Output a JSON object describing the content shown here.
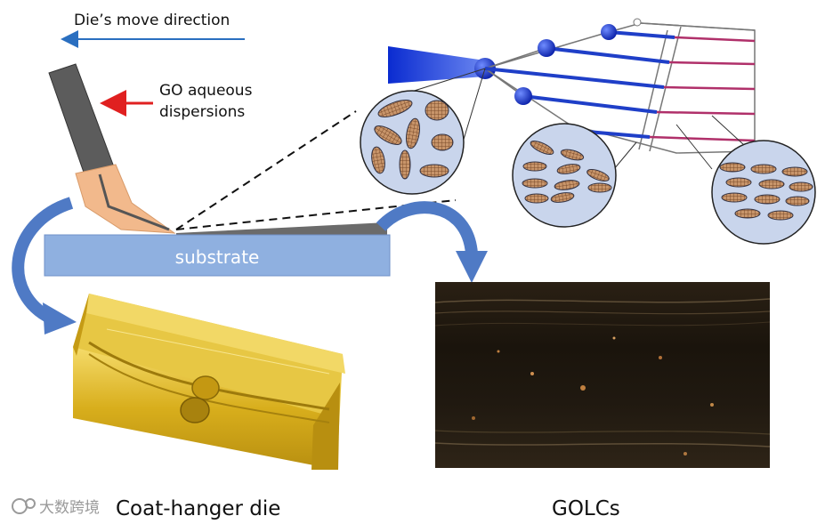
{
  "labels": {
    "direction": "Die’s move direction",
    "dispersion_line1": "GO aqueous",
    "dispersion_line2": "dispersions",
    "substrate": "substrate",
    "die_caption": "Coat-hanger die",
    "film_caption": "GOLCs",
    "watermark": "大数跨境"
  },
  "colors": {
    "blue_arrow": "#2a6fc0",
    "red_arrow": "#e02020",
    "substrate": "#8fb0e0",
    "die_body": "#5c5c5c",
    "die_tip": "#f2b98c",
    "curve_arrow": "#4f7ac5",
    "nematic_blue": "#1f3fc8",
    "nematic_red": "#b0306a",
    "disc_fill": "#c9d5ec",
    "platelet": "#b98a55",
    "coat_hanger_die": "#d9b21f",
    "golc_film": "#20180f"
  }
}
